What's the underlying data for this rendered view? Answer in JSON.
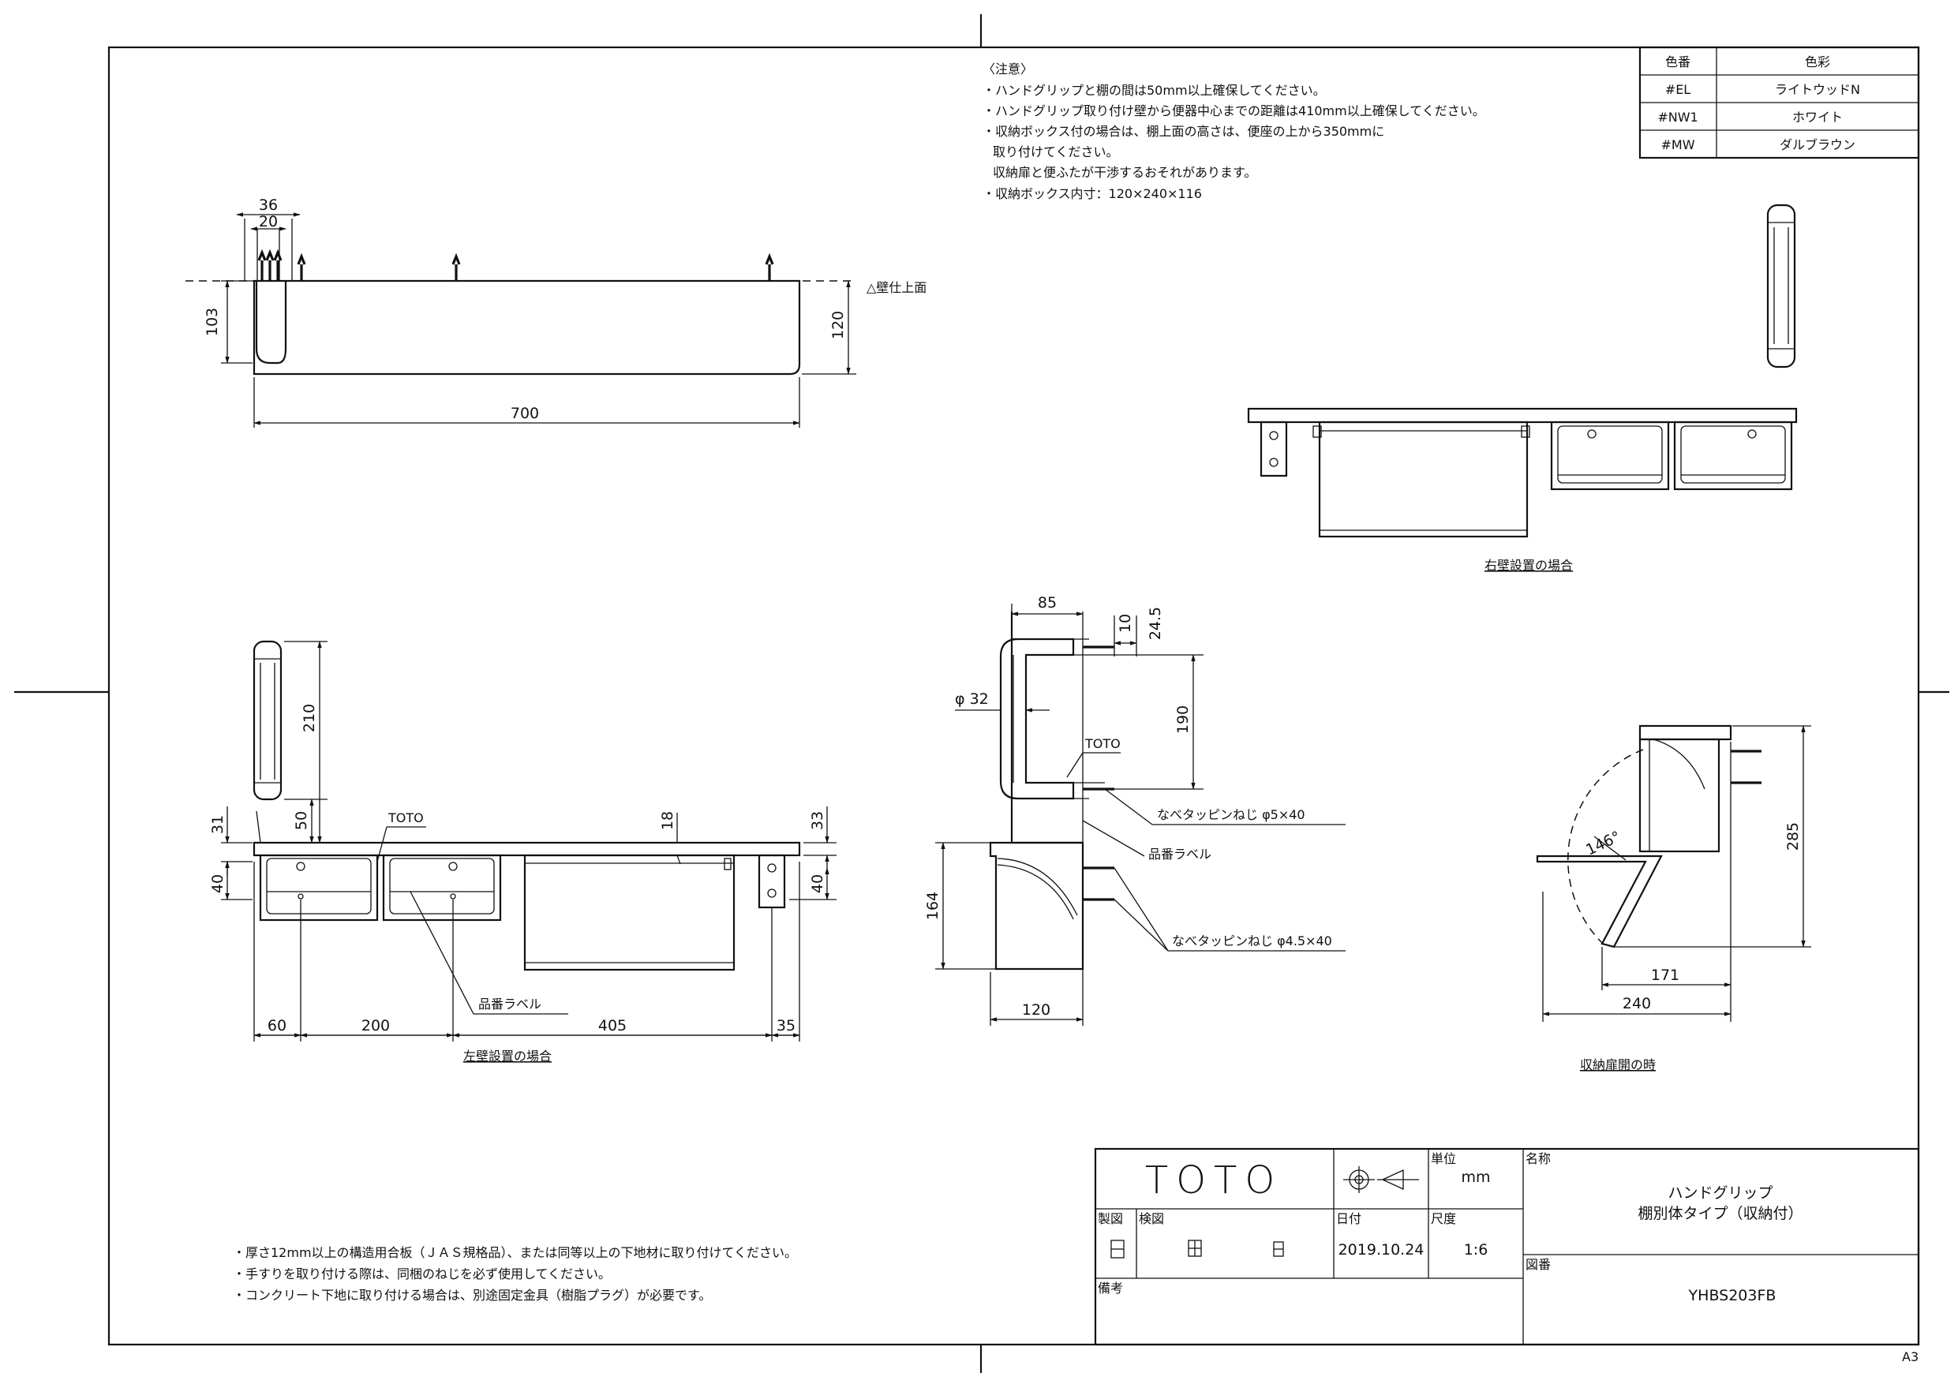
{
  "notes": {
    "title": "〈注意〉",
    "lines": [
      "・ハンドグリップと棚の間は50mm以上確保してください。",
      "・ハンドグリップ取り付け壁から便器中心までの距離は410mm以上確保してください。",
      "・収納ボックス付の場合は、棚上面の高さは、便座の上から350mmに",
      "取り付けてください。",
      "収納扉と便ふたが干渉するおそれがあります。",
      "・収納ボックス内寸：120×240×116"
    ]
  },
  "color_table": {
    "headers": [
      "色番",
      "色彩"
    ],
    "rows": [
      {
        "code": "#EL",
        "name": "ライトウッドN"
      },
      {
        "code": "#NW1",
        "name": "ホワイト"
      },
      {
        "code": "#MW",
        "name": "ダルブラウン"
      }
    ]
  },
  "views": {
    "top": {
      "dim_36": "36",
      "dim_20": "20",
      "dim_103": "103",
      "dim_120": "120",
      "dim_700": "700",
      "wall_label": "△壁仕上面"
    },
    "front": {
      "dim_210": "210",
      "dim_31": "31",
      "dim_50": "50",
      "dim_40_left": "40",
      "dim_18": "18",
      "dim_33": "33",
      "dim_40_right": "40",
      "dim_60": "60",
      "dim_200": "200",
      "dim_405": "405",
      "dim_35": "35",
      "toto_label": "TOTO",
      "label_part": "品番ラベル",
      "caption": "左壁設置の場合"
    },
    "right_install": {
      "caption": "右壁設置の場合"
    },
    "side": {
      "dim_85": "85",
      "dim_10": "10",
      "dim_245": "24.5",
      "dim_phi32": "φ 32",
      "dim_190": "190",
      "toto_label": "TOTO",
      "screw1": "なべタッピンねじ φ5×40",
      "label_part": "品番ラベル",
      "screw2": "なべタッピンねじ φ4.5×40",
      "dim_164": "164",
      "dim_120": "120"
    },
    "open": {
      "angle": "146°",
      "dim_285": "285",
      "dim_171": "171",
      "dim_240": "240",
      "caption": "収納扉開の時"
    }
  },
  "bottom_notes": [
    "・厚さ12mm以上の構造用合板（ＪＡＳ規格品）、または同等以上の下地材に取り付けてください。",
    "・手すりを取り付ける際は、同梱のねじを必ず使用してください。",
    "・コンクリート下地に取り付ける場合は、別途固定金具（樹脂プラグ）が必要です。"
  ],
  "title_block": {
    "brand": "TOTO",
    "unit_label": "単位",
    "unit_value": "mm",
    "name_label": "名称",
    "name_line1": "ハンドグリップ",
    "name_line2": "棚別体タイプ（収納付）",
    "drawn_label": "製図",
    "checked_label": "検図",
    "date_label": "日付",
    "date_value": "2019.10.24",
    "scale_label": "尺度",
    "scale_value": "1:6",
    "drawing_no_label": "図番",
    "drawing_no": "YHBS203FB",
    "remarks_label": "備考"
  },
  "sheet_size": "A3"
}
